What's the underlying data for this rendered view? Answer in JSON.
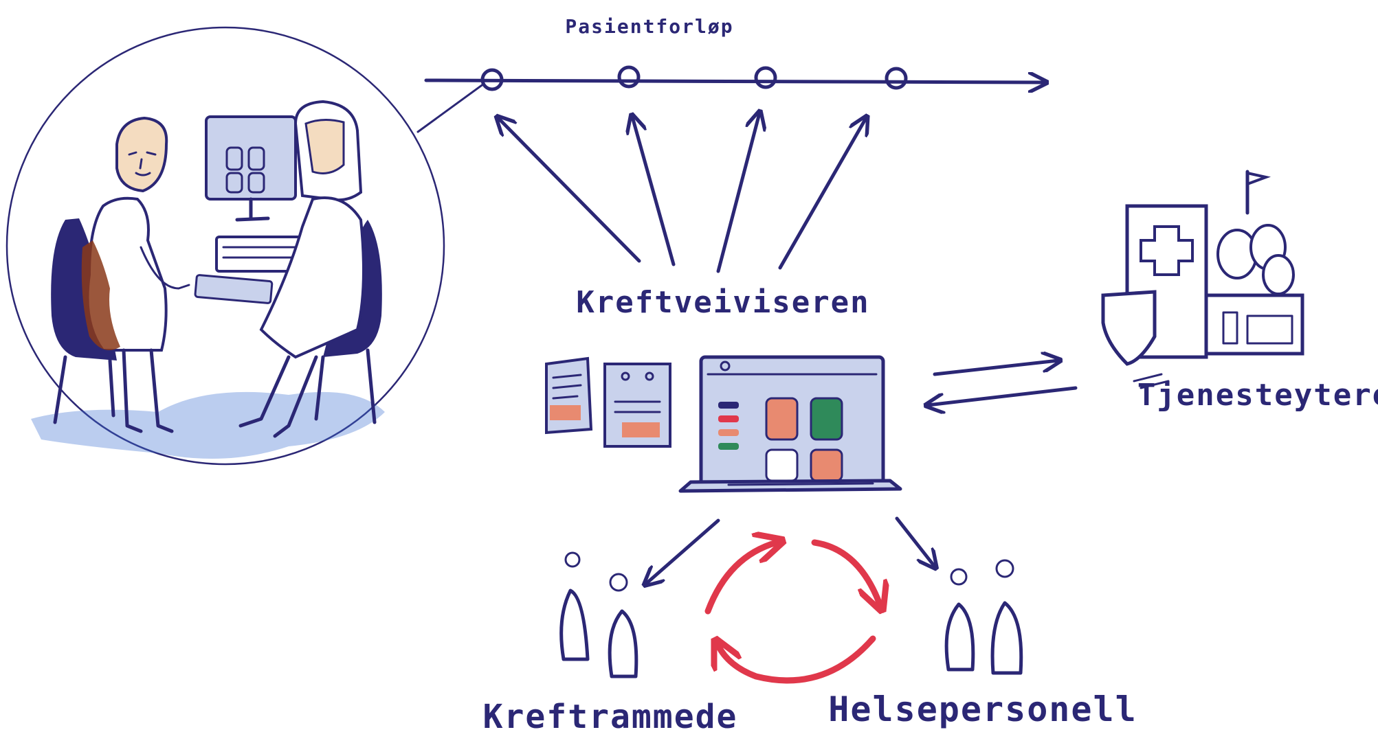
{
  "labels": {
    "timeline": "Pasientforløp",
    "hub": "Kreftveiviseren",
    "providers": "Tjenesteytere",
    "patients": "Kreftrammede",
    "health_staff": "Helsepersonell"
  },
  "colors": {
    "ink": "#2b2775",
    "cycle": "#e0384b",
    "screen": "#c9d2ec",
    "accent_orange": "#e88a70",
    "accent_green": "#2f8a5a",
    "wash_blue": "#3b6fd0",
    "stain_brown": "#8a3a1a"
  },
  "icons": {
    "timeline": "timeline-arrow-icon",
    "consultation": "consultation-scene-icon",
    "laptop": "laptop-icon",
    "brochure": "brochure-icon",
    "hospital": "hospital-icon",
    "people": "person-icon",
    "cycle": "cycle-arrows-icon"
  }
}
